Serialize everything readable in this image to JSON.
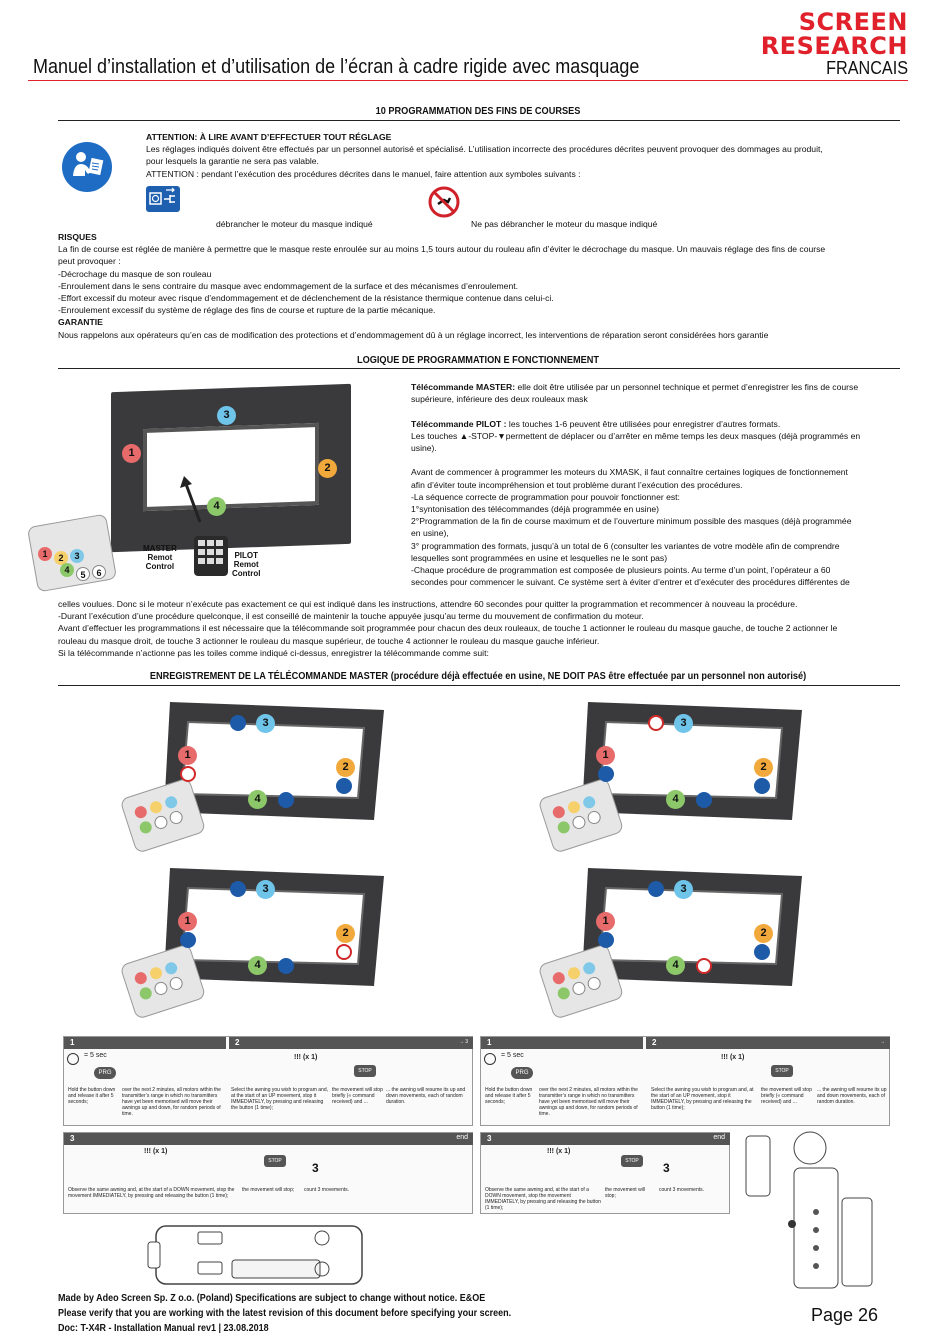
{
  "header": {
    "logo_line1": "SCREEN",
    "logo_line2": "RESEARCH",
    "title": "Manuel d’installation et d’utilisation de l’écran à cadre rigide avec masquage",
    "language": "FRANCAIS"
  },
  "section1": {
    "title": "10 PROGRAMMATION DES FINS DE COURSES",
    "attention_title": "ATTENTION: À LIRE AVANT D’EFFECTUER TOUT RÉGLAGE",
    "attention_line1": "Les réglages indiqués doivent être effectués par un personnel autorisé et spécialisé. L’utilisation incorrecte des procédures décrites peuvent provoquer des dommages au produit,",
    "attention_line2": "pour lesquels la garantie ne sera pas valable.",
    "attention_line3": "ATTENTION : pendant l’exécution des procédures décrites dans le manuel, faire attention aux symboles suivants :",
    "symbol1_label": "débrancher le moteur du masque indiqué",
    "symbol2_label": "Ne pas débrancher le moteur du masque indiqué",
    "risques_title": "RISQUES",
    "risques_line1": "La fin de course est réglée de manière à permettre que le masque reste enroulée sur au moins 1,5 tours autour du rouleau afin d’éviter le décrochage du masque. Un mauvais réglage des fins de course",
    "risques_line2": "peut provoquer :",
    "risques_items": [
      "-Décrochage du masque de son rouleau",
      "-Enroulement dans le sens contraire du masque avec endommagement de la surface et des mécanismes d’enroulement.",
      "-Effort excessif du moteur avec risque d’endommagement et de déclenchement de la résistance thermique contenue dans celui-ci.",
      "-Enroulement excessif du système de réglage des fins de course et rupture de la partie mécanique."
    ],
    "garantie_title": "GARANTIE",
    "garantie_text": "Nous rappelons aux opérateurs qu’en cas de modification des protections et d’endommagement dû à un réglage incorrect, les interventions de réparation seront considérées hors garantie"
  },
  "section2": {
    "title": "LOGIQUE DE PROGRAMMATION E FONCTIONNEMENT",
    "master_label": "Télécommande MASTER:",
    "master_text1": " elle doit être utilisée par un personnel technique et permet d’enregistrer les fins de course",
    "master_text2": "supérieure, inférieure des deux rouleaux mask",
    "pilot_label": "Télécommande PILOT :",
    "pilot_text1": " les touches 1-6 peuvent être utilisées pour enregistrer d’autres formats.",
    "pilot_text2": "Les touches ▲-STOP-▼permettent de déplacer ou d’arrêter en même temps les deux masques (déjà programmés en",
    "pilot_text3": "usine).",
    "lines": [
      "Avant de commencer à programmer les moteurs du XMASK, il faut connaître certaines logiques de fonctionnement",
      "afin d’éviter toute incompréhension et tout problème durant l’exécution des procédures.",
      "-La séquence correcte de programmation pour pouvoir fonctionner est:",
      "1°syntonisation des télécommandes (déjà programmée en usine)",
      "2°Programmation de la fin de course maximum et de l’ouverture minimum possible des masques (déjà programmée",
      "en usine),",
      "3° programmation des formats, jusqu’à un total de 6 (consulter les variantes de votre modèle afin de comprendre",
      "lesquelles sont programmées en usine et lesquelles ne le sont pas)",
      "-Chaque procédure de programmation est composée de plusieurs points. Au terme d’un point, l’opérateur a 60",
      "secondes pour commencer le suivant. Ce système sert à éviter d’entrer et d’exécuter des procédures différentes de"
    ],
    "full_lines": [
      "celles voulues. Donc si le moteur n’exécute pas exactement ce qui est indiqué dans les instructions, attendre 60 secondes pour quitter la programmation et recommencer à nouveau la procédure.",
      "-Durant l’exécution d’une procédure quelconque, il est conseillé de maintenir la touche appuyée jusqu’au terme du mouvement de confirmation du moteur.",
      "Avant d’effectuer les programmations il est nécessaire que la télécommande soit programmée pour chacun des deux rouleaux, de touche 1 actionner le rouleau du masque gauche, de touche 2 actionner le",
      "rouleau du masque droit, de touche 3 actionner le rouleau du masque supérieur, de touche 4 actionner le rouleau du masque gauche inférieur.",
      "Si la télécommande n’actionne pas les toiles comme indiqué ci-dessus, enregistrer la télécommande comme suit:"
    ],
    "figure_labels": {
      "master": "MASTER\nRemot\nControl",
      "pilot": "PILOT\nRemot\nControl",
      "n1": "1",
      "n2": "2",
      "n3": "3",
      "n4": "4",
      "keys": [
        "1",
        "2",
        "3",
        "4",
        "5",
        "6"
      ]
    }
  },
  "section3": {
    "title": "ENREGISTREMENT DE LA TÉLÉCOMMANDE MASTER (procédure déjà effectuée en usine, NE DOIT PAS être effectuée par un personnel non autorisé)"
  },
  "instructions": {
    "step1": "1",
    "step2": "2",
    "step3": "3",
    "end": "end",
    "arrow": "→ 3",
    "arrow2": "→",
    "time": "= 5 sec",
    "prg": "PRG",
    "x1": "!!! (x 1)",
    "stop": "STOP",
    "count": "3",
    "t_hold": "Hold the button down and release it after 5 seconds;",
    "t_over": "over the next 2 minutes, all motors within the transmitter’s range in which no transmitters have yet been memorised will move their awnings up and down, for random periods of time.",
    "t_select": "Select the awning you wish to program and, at the start of an UP movement, stop it IMMEDIATELY, by pressing and releasing the button (1 time);",
    "t_brief": "the movement will stop briefly (« command received) and ...",
    "t_resume": "... the awning will resume its up and down movements, each of random duration.",
    "t_observe": "Observe the same awning and, at the start of a DOWN movement, stop the movement IMMEDIATELY, by pressing and releasing the button (1 time);",
    "t_stop": "the movement will stop;",
    "t_count": "count 3 movements."
  },
  "footer": {
    "line1": "Made by Adeo Screen Sp. Z o.o. (Poland) Specifications are subject to change without notice. E&OE",
    "line2": "Please verify that you are working with the latest revision of this document before specifying your screen.",
    "line3": "Doc: T-X4R - Installation Manual rev1 | 23.08.2018",
    "page": "Page 26"
  }
}
